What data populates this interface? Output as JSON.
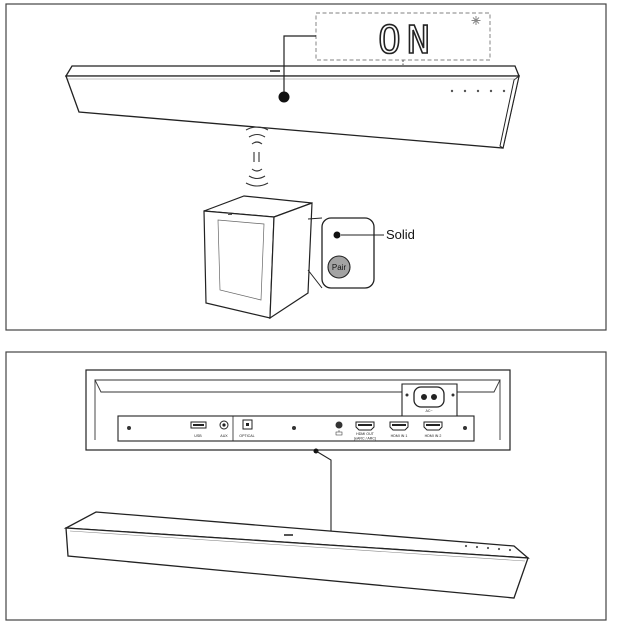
{
  "panel_top": {
    "display_text": "ON",
    "indicator_label": "Solid",
    "pair_button_label": "Pair"
  },
  "panel_bottom": {
    "ports": {
      "usb": "USB",
      "aux": "AUX",
      "optical": "OPTICAL",
      "hdmi_out": "HDMI OUT",
      "hdmi_out_sub": "(eARC / ARC)",
      "hdmi_in1": "HDMI IN 1",
      "hdmi_in2": "HDMI IN 2",
      "ac": "AC~"
    }
  },
  "colors": {
    "stroke": "#222222",
    "panel_border": "#444444",
    "lcd_border": "#9a9a9a"
  }
}
